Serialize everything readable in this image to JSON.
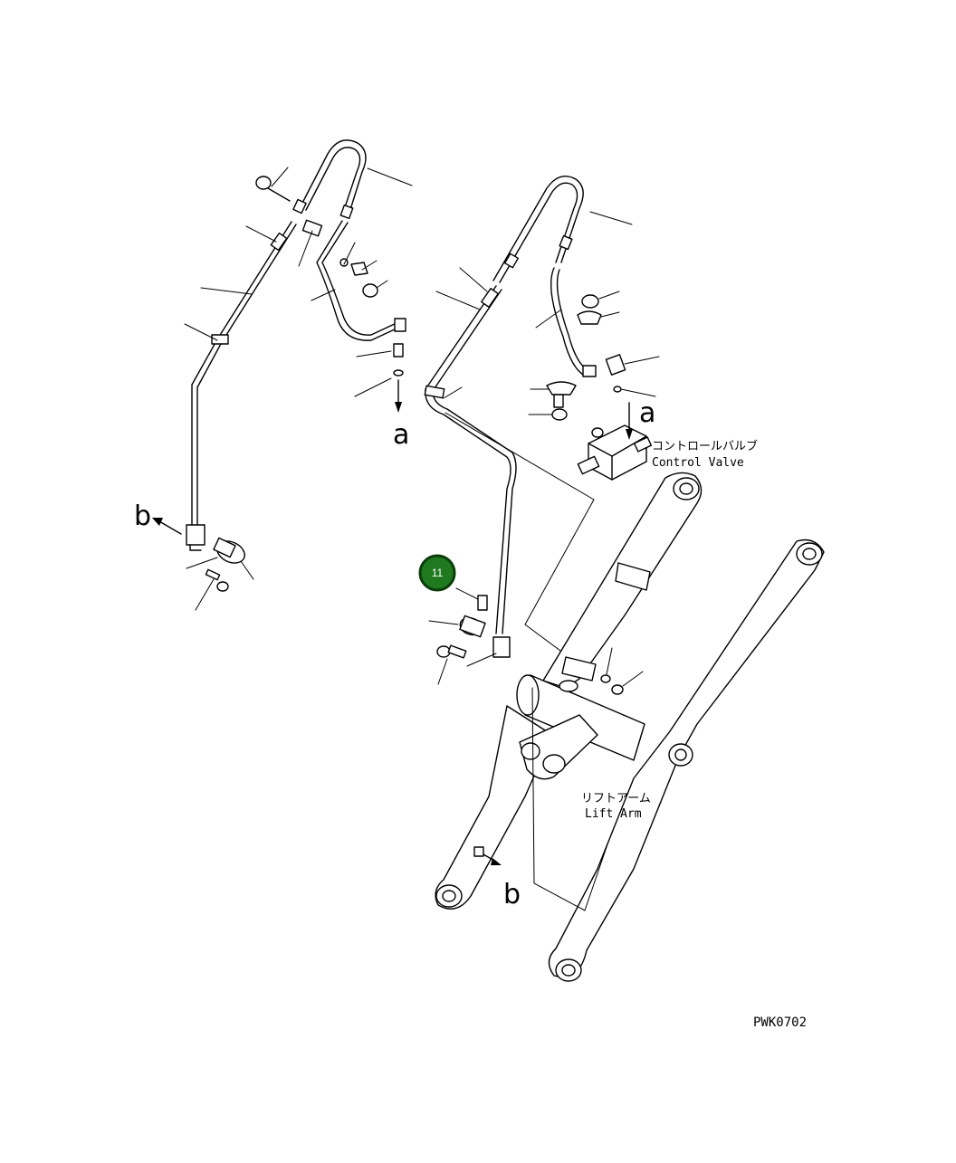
{
  "diagram": {
    "drawing_code": "PWK0702",
    "labels": {
      "control_valve_jp": "コントロールバルブ",
      "control_valve_en": "Control Valve",
      "lift_arm_jp": "リフトアーム",
      "lift_arm_en": "Lift Arm"
    },
    "arrow_letters": {
      "a_left": "a",
      "a_right": "a",
      "b_left": "b",
      "b_bottom": "b"
    },
    "callouts": [
      {
        "number": "11",
        "color": "#1f7a1f",
        "ring_color": "#0b3d0b"
      }
    ]
  }
}
